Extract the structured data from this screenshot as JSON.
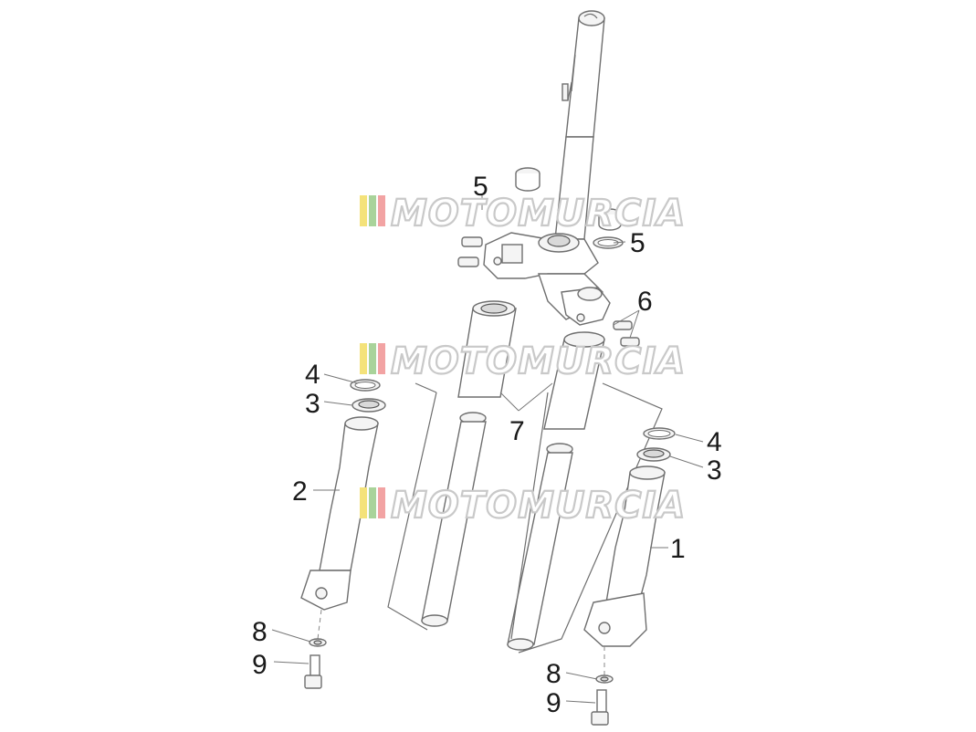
{
  "watermark": {
    "text": "MOTOMURCIA",
    "stripe_colors": [
      "#f4e27a",
      "#a9d39a",
      "#f2a3a3"
    ]
  },
  "callouts": {
    "c5_top": "5",
    "c5_right": "5",
    "c6": "6",
    "c7": "7",
    "c4_left": "4",
    "c3_left": "3",
    "c2": "2",
    "c4_right": "4",
    "c3_right": "3",
    "c1": "1",
    "c8_left": "8",
    "c9_left": "9",
    "c8_right": "8",
    "c9_right": "9"
  }
}
